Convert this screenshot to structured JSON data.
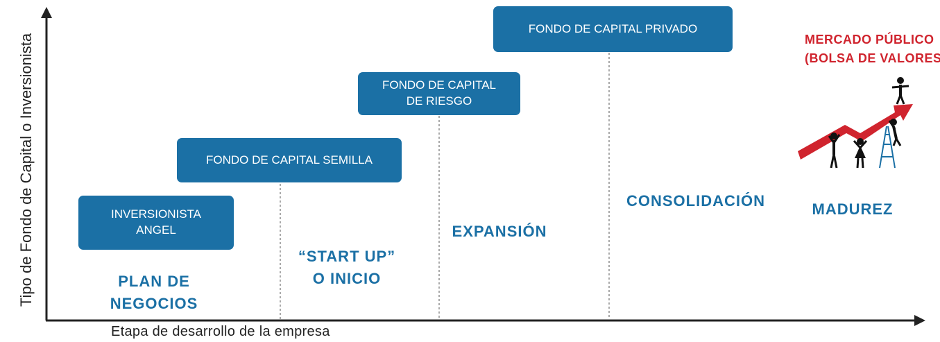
{
  "axes": {
    "y_label": "Tipo de Fondo de Capital o Inversionista",
    "x_label": "Etapa de desarrollo de la empresa"
  },
  "funds": {
    "angel": [
      "INVERSIONISTA",
      "ANGEL"
    ],
    "seed": "FONDO DE CAPITAL SEMILLA",
    "risk": [
      "FONDO DE CAPITAL",
      "DE RIESGO"
    ],
    "private": "FONDO DE CAPITAL PRIVADO"
  },
  "stages": {
    "plan": [
      "PLAN DE",
      "NEGOCIOS"
    ],
    "startup": [
      "“START UP”",
      "O INICIO"
    ],
    "expansion": "EXPANSIÓN",
    "consolidation": "CONSOLIDACIÓN",
    "maturity": "MADUREZ"
  },
  "market": [
    "MERCADO PÚBLICO",
    "(BOLSA DE VALORES"
  ],
  "illustration": "people-climbing-rising-arrow",
  "colors": {
    "box_fill": "#1b70a5",
    "stage_text": "#1b70a5",
    "market_text": "#d0242e",
    "axis": "#222222"
  }
}
